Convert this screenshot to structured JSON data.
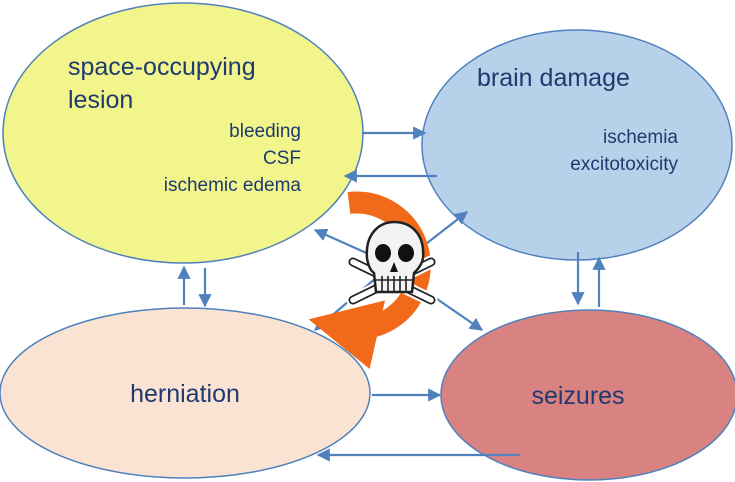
{
  "nodes": {
    "lesion": {
      "title_line1": "space-occupying",
      "title_line2": "lesion",
      "details": [
        "bleeding",
        "CSF",
        "ischemic edema"
      ]
    },
    "brain_damage": {
      "title": "brain damage",
      "details": [
        "ischemia",
        "excitotoxicity"
      ]
    },
    "herniation": {
      "title": "herniation"
    },
    "seizures": {
      "title": "seizures"
    }
  },
  "center_icon": "skull-and-crossbones-icon",
  "cycle_icon": "circular-arrow-icon",
  "colors": {
    "lesion_fill": "#f2f58c",
    "brain_damage_fill": "#b8d1ea",
    "herniation_fill": "#fbe3d4",
    "seizures_fill": "#d98282",
    "node_stroke": "#4f81bd",
    "arrow": "#4f81bd",
    "cycle_arrow": "#f06a1a",
    "text": "#1f3a6e"
  }
}
